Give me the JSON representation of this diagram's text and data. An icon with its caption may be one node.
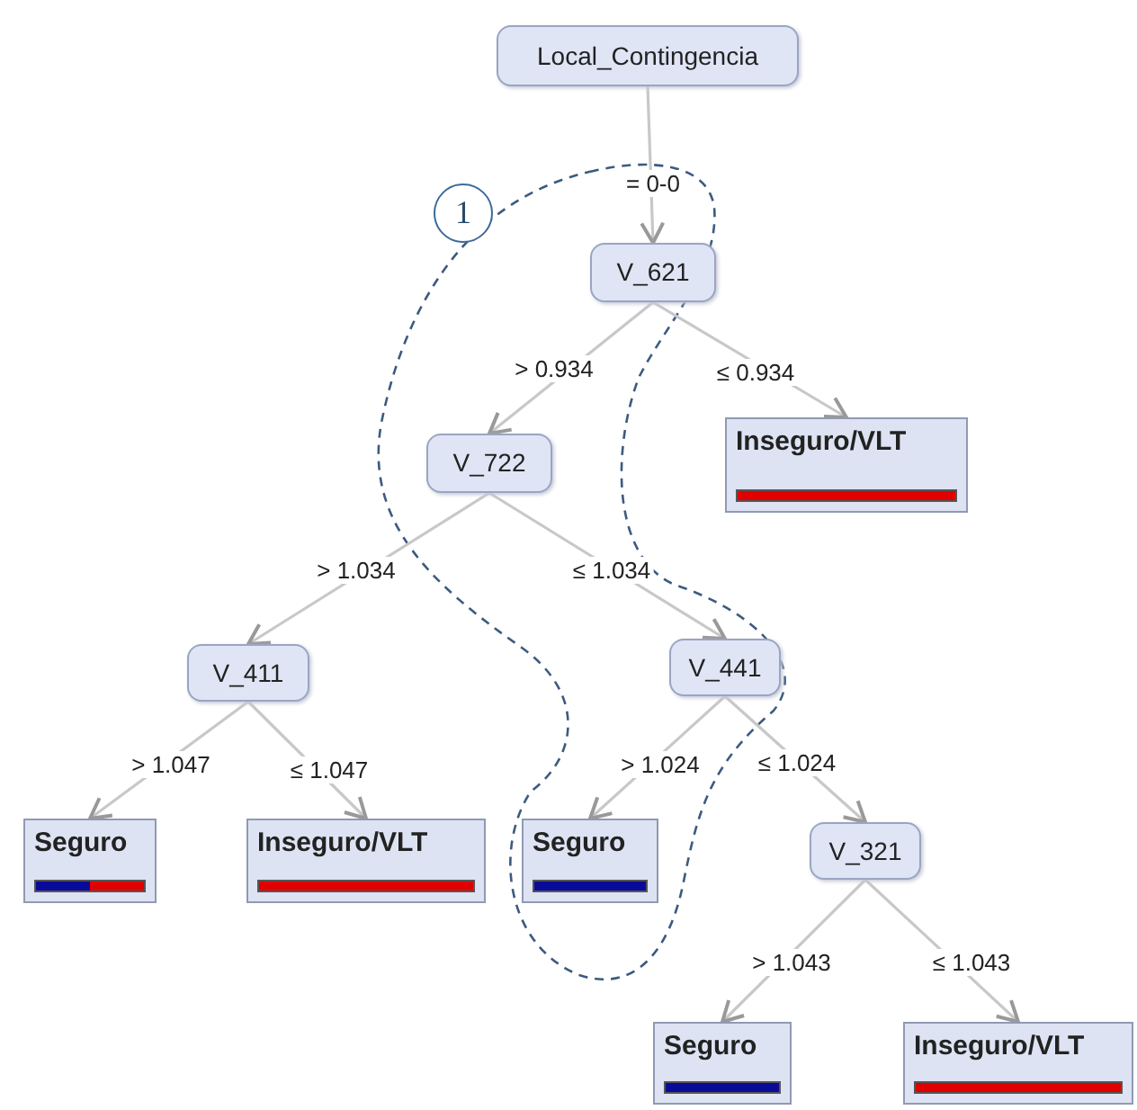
{
  "diagram": {
    "nodes": [
      {
        "text": [
          "Local_Contingencia"
        ]
      },
      {
        "text": [
          "V_621"
        ]
      },
      {
        "text": [
          "Inseguro/VLT"
        ]
      },
      {
        "text": [
          "V_722"
        ]
      },
      {
        "text": [
          "V_441"
        ]
      },
      {
        "text": [
          "V_411"
        ]
      },
      {
        "text": [
          "Seguro"
        ]
      },
      {
        "text": [
          "Inseguro/VLT"
        ]
      },
      {
        "text": [
          "Seguro"
        ]
      },
      {
        "text": [
          "V_321"
        ]
      },
      {
        "text": [
          "Seguro"
        ]
      },
      {
        "text": [
          "Inseguro/VLT"
        ]
      }
    ],
    "edges": [
      {
        "from": 0,
        "to": 1,
        "arrow": "to",
        "label": "= 0-0"
      },
      {
        "from": 1,
        "to": 3,
        "arrow": "to",
        "label": "> 0.934"
      },
      {
        "from": 1,
        "to": 2,
        "arrow": "to",
        "label": "≤ 0.934"
      },
      {
        "from": 3,
        "to": 5,
        "arrow": "to",
        "label": "> 1.034"
      },
      {
        "from": 3,
        "to": 4,
        "arrow": "to",
        "label": "≤ 1.034"
      },
      {
        "from": 5,
        "to": 6,
        "arrow": "to",
        "label": "> 1.047"
      },
      {
        "from": 5,
        "to": 7,
        "arrow": "to",
        "label": "≤ 1.047"
      },
      {
        "from": 4,
        "to": 8,
        "arrow": "to",
        "label": "> 1.024"
      },
      {
        "from": 4,
        "to": 9,
        "arrow": "to",
        "label": "≤ 1.024"
      },
      {
        "from": 9,
        "to": 10,
        "arrow": "to",
        "label": "> 1.043"
      },
      {
        "from": 9,
        "to": 11,
        "arrow": "to",
        "label": "≤ 1.043"
      }
    ],
    "labels": [
      "1"
    ]
  }
}
